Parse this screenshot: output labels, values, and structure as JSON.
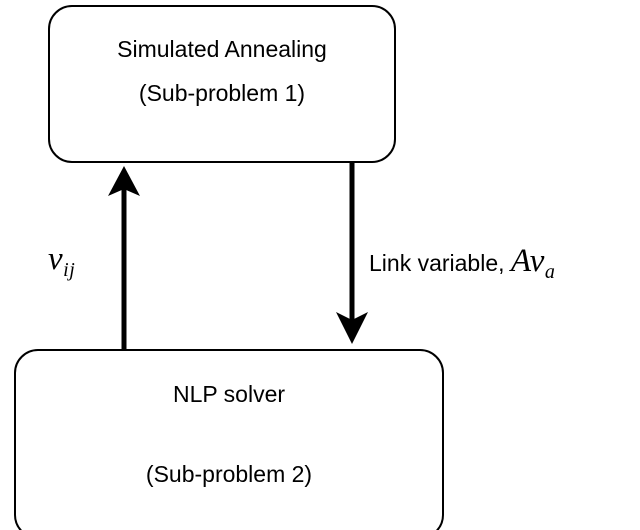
{
  "diagram": {
    "type": "flow-diagram",
    "background_color": "#ffffff",
    "stroke_color": "#000000",
    "nodes": [
      {
        "id": "simulated-annealing",
        "line1": "Simulated Annealing",
        "line2": "(Sub-problem 1)"
      },
      {
        "id": "nlp-solver",
        "line1": "NLP solver",
        "line2": "(Sub-problem 2)"
      }
    ],
    "edges": [
      {
        "id": "upward-edge",
        "direction": "up",
        "from": "nlp-solver",
        "to": "simulated-annealing",
        "label_var": "v",
        "label_sub": "ij"
      },
      {
        "id": "downward-edge",
        "direction": "down",
        "from": "simulated-annealing",
        "to": "nlp-solver",
        "label_text": "Link variable, ",
        "label_var": "Av",
        "label_sub": "a"
      }
    ]
  }
}
